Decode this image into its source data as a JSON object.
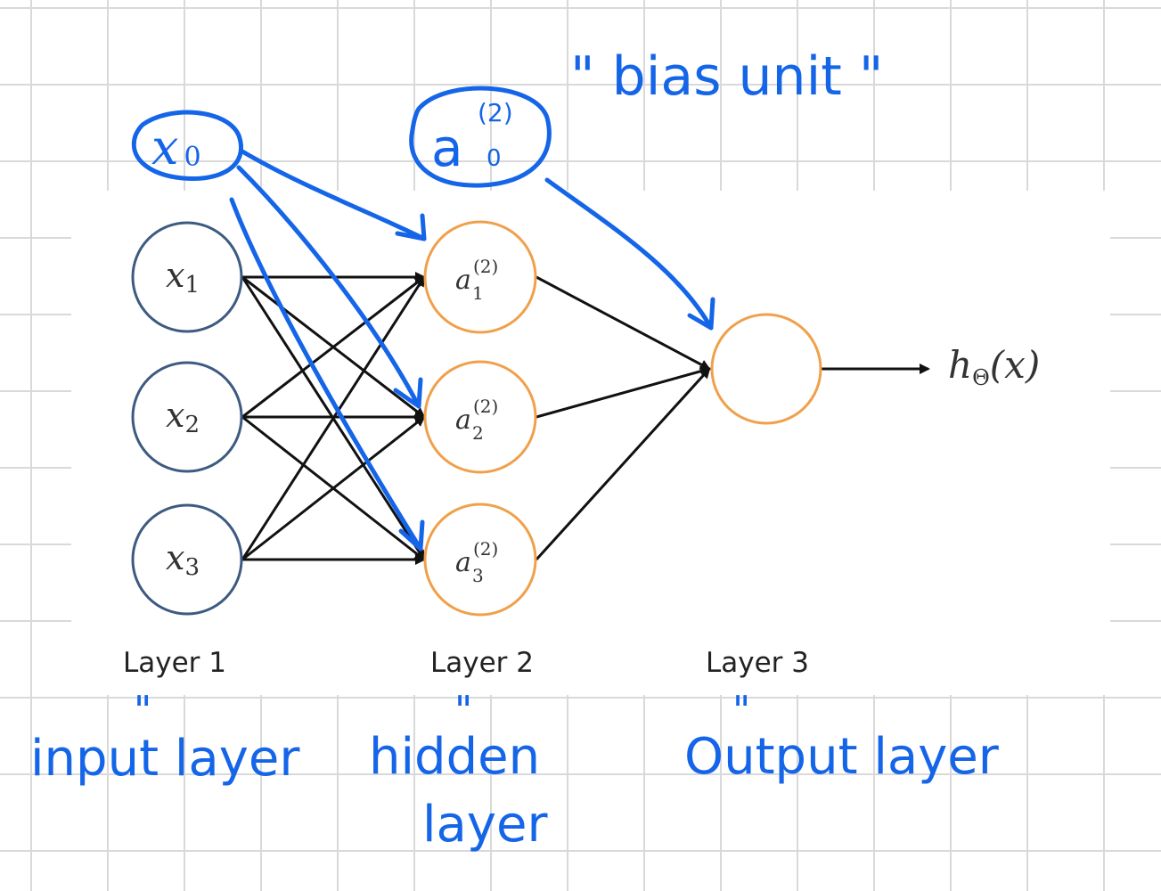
{
  "layers": [
    {
      "label": "Layer 1",
      "annotation": "input layer"
    },
    {
      "label": "Layer 2",
      "annotation": "hidden layer"
    },
    {
      "label": "Layer 3",
      "annotation": "Output layer"
    }
  ],
  "nodes": {
    "input": [
      {
        "sym": "x",
        "sub": "1"
      },
      {
        "sym": "x",
        "sub": "2"
      },
      {
        "sym": "x",
        "sub": "3"
      }
    ],
    "hidden": [
      {
        "sym": "a",
        "sub": "1",
        "sup": "(2)"
      },
      {
        "sym": "a",
        "sub": "2",
        "sup": "(2)"
      },
      {
        "sym": "a",
        "sub": "3",
        "sup": "(2)"
      }
    ],
    "output_label": {
      "sym": "h",
      "sub": "Θ",
      "arg": "(x)"
    }
  },
  "handwritten": {
    "bias_input": {
      "sym": "x",
      "sub": "0"
    },
    "bias_hidden": {
      "sym": "a",
      "sub": "0",
      "sup": "(2)"
    },
    "bias_note": "\" bias unit \"",
    "ditto": "\""
  },
  "colors": {
    "input_node": "#3d5a80",
    "hidden_node": "#f0a04b",
    "output_node": "#f0a04b",
    "edge": "#111111",
    "annotation": "#1565e8"
  }
}
